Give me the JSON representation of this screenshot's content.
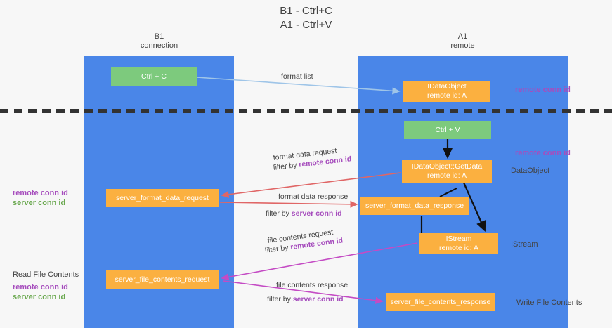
{
  "title": "B1 - Ctrl+C\nA1 - Ctrl+V",
  "lanes": [
    {
      "id": "b1",
      "title": "B1\nconnection",
      "color": "#4a86e8"
    },
    {
      "id": "a1",
      "title": "A1\nremote",
      "color": "#4a86e8"
    }
  ],
  "nodes": {
    "ctrl_c": {
      "label": "Ctrl + C",
      "color": "#7dca7d"
    },
    "idataobject": {
      "label": "IDataObject",
      "sub": "remote id: A",
      "color": "#fbb040"
    },
    "ctrl_v": {
      "label": "Ctrl + V",
      "color": "#7dca7d"
    },
    "getdata": {
      "label": "IDataObject::GetData",
      "sub": "remote id: A",
      "color": "#fbb040"
    },
    "server_format_data_request": {
      "label": "server_format_data_request",
      "color": "#fbb040"
    },
    "server_format_data_response": {
      "label": "server_format_data_response",
      "color": "#fbb040"
    },
    "istream": {
      "label": "IStream",
      "sub": "remote id: A",
      "color": "#fbb040"
    },
    "server_file_contents_request": {
      "label": "server_file_contents_request",
      "color": "#fbb040"
    },
    "server_file_contents_response": {
      "label": "server_file_contents_response",
      "color": "#fbb040"
    }
  },
  "edges": {
    "format_list": {
      "label": "format list",
      "color": "#9fc5e8"
    },
    "format_data_request": {
      "label": "format data request",
      "filter_prefix": "filter by ",
      "filter_key": "remote conn id",
      "color": "#e06666"
    },
    "format_data_response": {
      "label": "format data response",
      "filter_prefix": "filter by ",
      "filter_key": "server conn id",
      "color": "#e06666"
    },
    "file_contents_request": {
      "label": "file contents request",
      "filter_prefix": "filter by ",
      "filter_key": "remote conn id",
      "color": "#c44bc4"
    },
    "file_contents_response": {
      "label": "file contents response",
      "filter_prefix": "filter by ",
      "filter_key": "server conn id",
      "color": "#c44bc4"
    }
  },
  "notes": {
    "remote_conn_id_top": "remote conn id",
    "remote_conn_id_mid": "remote conn id",
    "dataobject": "DataObject",
    "istream": "IStream",
    "write_file_contents": "Write File Contents",
    "read_file_contents": "Read File Contents",
    "left_remote_conn_id_mid": "remote conn id",
    "left_server_conn_id_mid": "server conn id",
    "left_remote_conn_id_low": "remote conn id",
    "left_server_conn_id_low": "server conn id"
  },
  "colors": {
    "lane": "#4a86e8",
    "green_node": "#7dca7d",
    "orange_node": "#fbb040",
    "purple_text": "#a64dbd",
    "green_text": "#6aa84f",
    "red_arrow": "#e06666",
    "magenta_arrow": "#c44bc4",
    "blue_arrow": "#9fc5e8",
    "divider": "#333333",
    "background": "#f7f7f7"
  }
}
